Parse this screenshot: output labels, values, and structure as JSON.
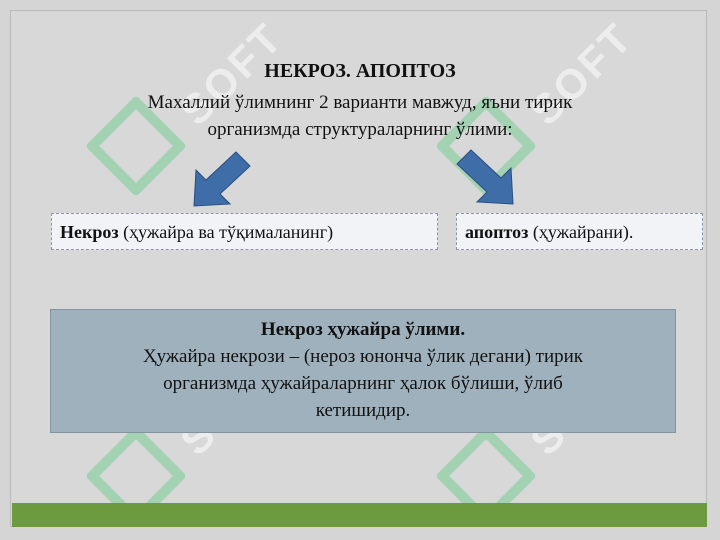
{
  "slide": {
    "title": "НЕКРОЗ. АПОПТОЗ",
    "subtitle_line1": "Махаллий ўлимнинг 2 варианти мавжуд, яъни тирик",
    "subtitle_line2": "организмда структураларнинг  ўлими:"
  },
  "left_box": {
    "term": "Некроз",
    "note": " (ҳужайра ва тўқималанинг)"
  },
  "right_box": {
    "term": "апоптоз",
    "note": " (ҳужайрани)."
  },
  "info_box": {
    "title": "Некроз ҳужайра ўлими.",
    "line1": "Ҳужайра некрози – (нероз юнонча ўлик дегани) тирик",
    "line2": "организмда ҳужайраларнинг ҳалок бўлиши, ўлиб",
    "line3": "кетишидир."
  },
  "watermark": {
    "text": "SOFT"
  },
  "colors": {
    "footer": "#6d9a3e",
    "arrow": "#3e6da8",
    "info_bg": "#9fb1bc",
    "watermark_mark": "#78cd96"
  },
  "icons": [
    "arrow-down-left-icon",
    "arrow-down-right-icon"
  ]
}
